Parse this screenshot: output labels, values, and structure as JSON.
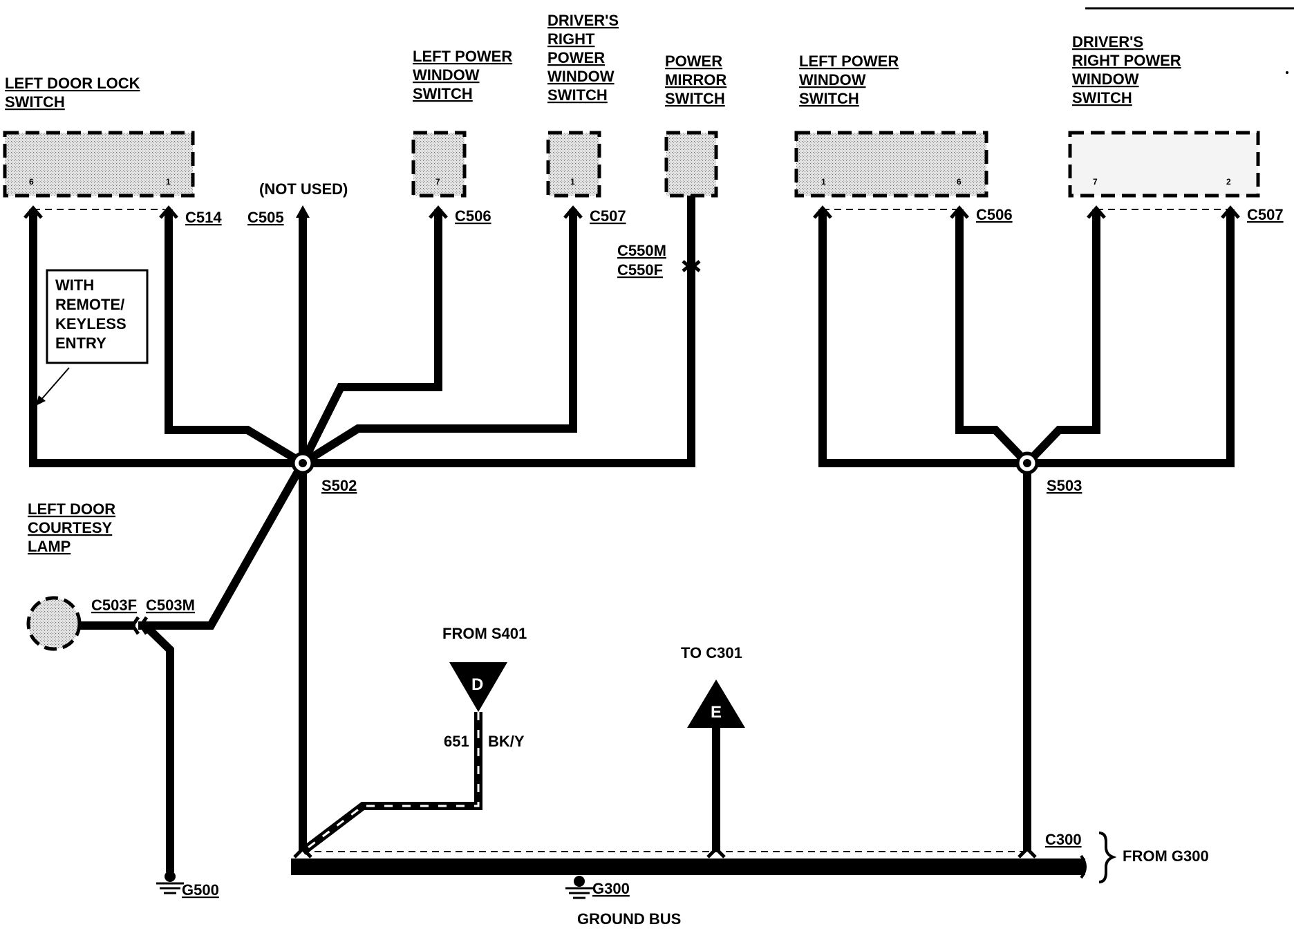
{
  "components": {
    "left_door_lock_switch": {
      "lines": [
        "LEFT DOOR LOCK",
        "SWITCH"
      ],
      "pins": [
        "6",
        "1"
      ],
      "connector": "C514"
    },
    "c505": {
      "note": "(NOT USED)",
      "connector": "C505"
    },
    "left_power_window_switch_1": {
      "lines": [
        "LEFT POWER",
        "WINDOW",
        "SWITCH"
      ],
      "pins": [
        "7"
      ],
      "connector": "C506"
    },
    "drivers_right_power_window_switch_1": {
      "lines": [
        "DRIVER'S",
        "RIGHT",
        "POWER",
        "WINDOW",
        "SWITCH"
      ],
      "pins": [
        "1"
      ],
      "connector": "C507"
    },
    "power_mirror_switch": {
      "lines": [
        "POWER",
        "MIRROR",
        "SWITCH"
      ],
      "inline_connectors": [
        "C550M",
        "C550F"
      ]
    },
    "left_power_window_switch_2": {
      "lines": [
        "LEFT POWER",
        "WINDOW",
        "SWITCH"
      ],
      "pins": [
        "1",
        "6"
      ],
      "connector": "C506"
    },
    "drivers_right_power_window_switch_2": {
      "lines": [
        "DRIVER'S",
        "RIGHT POWER",
        "WINDOW",
        "SWITCH"
      ],
      "pins": [
        "7",
        "2"
      ],
      "connector": "C507"
    },
    "left_door_courtesy_lamp": {
      "lines": [
        "LEFT DOOR",
        "COURTESY",
        "LAMP"
      ],
      "connectors": [
        "C503F",
        "C503M"
      ]
    }
  },
  "note_box": [
    "WITH",
    "REMOTE/",
    "KEYLESS",
    "ENTRY"
  ],
  "splices": {
    "s502": "S502",
    "s503": "S503"
  },
  "from_s401": {
    "label": "FROM S401",
    "letter": "D",
    "circuit": "651",
    "color": "BK/Y"
  },
  "to_c301": {
    "label": "TO C301",
    "letter": "E"
  },
  "grounds": {
    "g500": "G500",
    "g300": "G300"
  },
  "c300": "C300",
  "from_g300": "FROM G300",
  "ground_bus": "GROUND BUS"
}
